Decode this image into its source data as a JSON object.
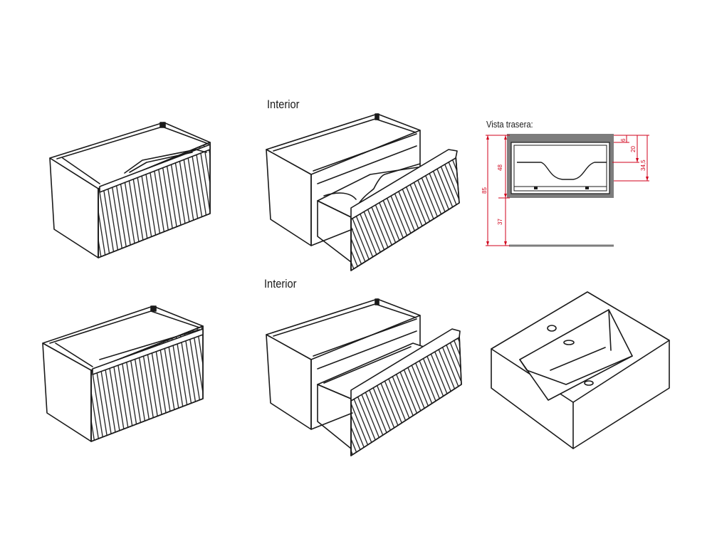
{
  "labels": {
    "interior_top": "Interior",
    "interior_bottom": "Interior",
    "vista_trasera": "Vista trasera:"
  },
  "dimensions": {
    "total_height": "85",
    "cabinet_height": "48",
    "leg_height": "37",
    "top_gap": "6",
    "sink_depth": "20",
    "basin_height": "34,5"
  },
  "colors": {
    "line": "#1a1a1a",
    "dimension": "#d0021b",
    "wall_gray": "#7d7d7d"
  }
}
